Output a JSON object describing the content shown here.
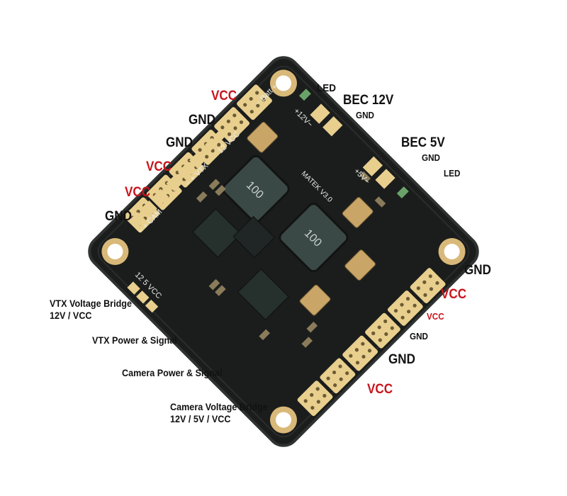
{
  "board": {
    "model_marking": "MATEK V3.0",
    "inductor_marking": "100",
    "silk": {
      "rail_12v": "+12V−",
      "rail_5v": "+5V−",
      "batt": "− Batt +",
      "vtx_row": "− + VTX",
      "cam_row": "− + CAM",
      "vtx_bridge": "12 VCC",
      "cam_bridge": "12 5 VCC"
    }
  },
  "labels": {
    "led_top": "LED",
    "bec_12v": "BEC 12V",
    "gnd_12v": "GND",
    "bec_5v": "BEC 5V",
    "gnd_5v": "GND",
    "led_right": "LED",
    "left_pads": [
      "VCC",
      "GND",
      "GND",
      "VCC",
      "VCC",
      "GND"
    ],
    "right_pads": [
      "GND",
      "VCC",
      "VCC",
      "GND",
      "GND",
      "VCC"
    ],
    "vtx_bridge": [
      "VTX Voltage Bridge",
      "12V / VCC"
    ],
    "vtx_power": "VTX Power & Signal",
    "cam_power": "Camera Power & Signal",
    "cam_bridge": [
      "Camera Voltage Bridge",
      "12V / 5V / VCC"
    ]
  },
  "colors": {
    "pcb": "#1b1d1c",
    "pcb_edge": "#2b2e2c",
    "pad_gold": "#e8cf8e",
    "hole": "#d9b979",
    "inductor": "#3b4946",
    "chip": "#26302d",
    "cap": "#c9a567",
    "vcc_red": "#c8141c",
    "text": "#111111"
  }
}
